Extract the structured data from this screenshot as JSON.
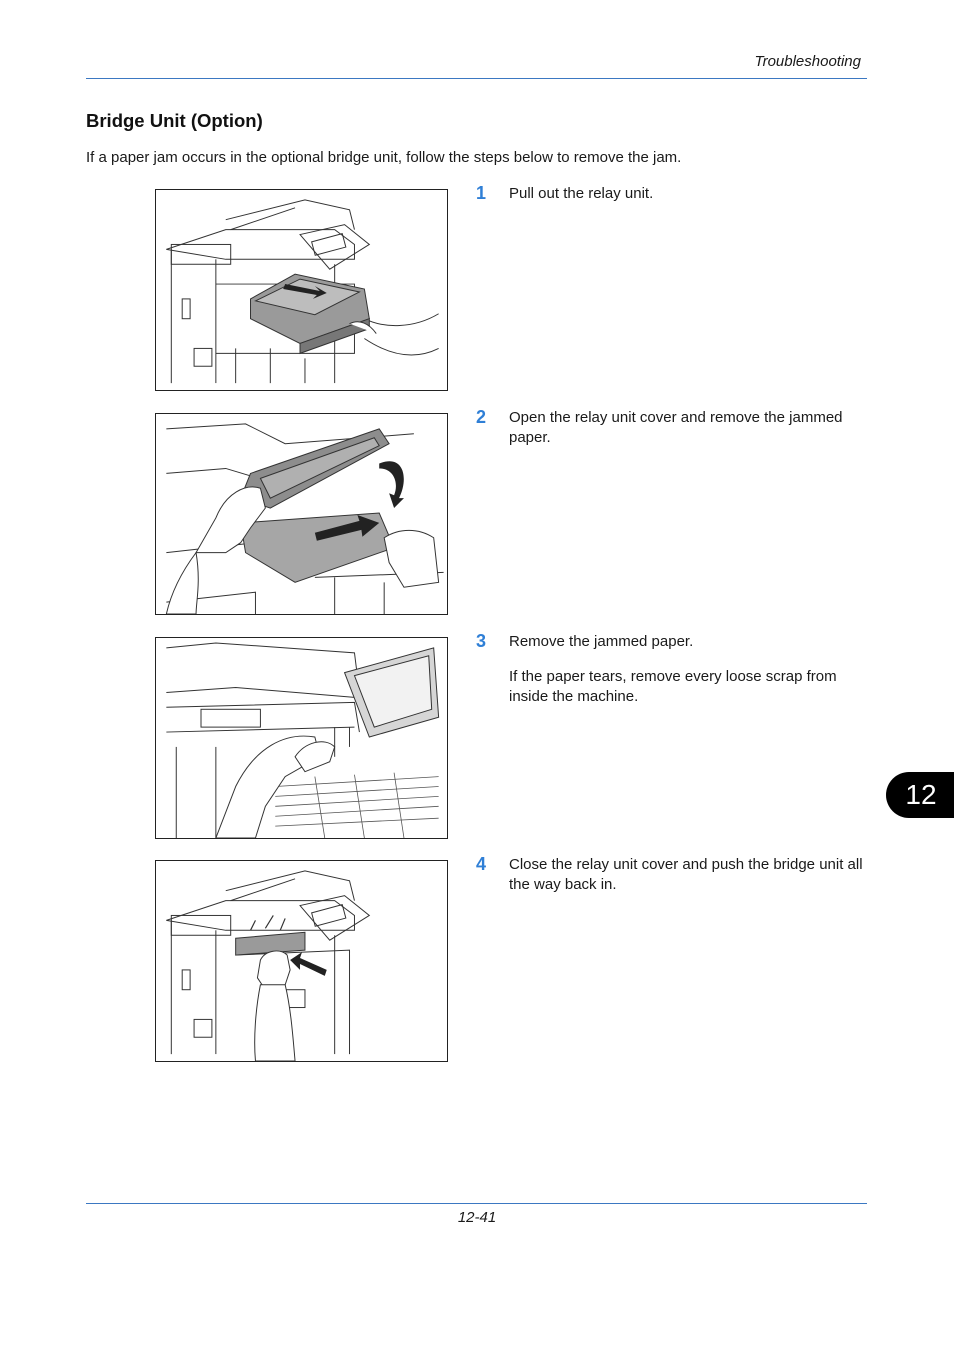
{
  "header": {
    "title": "Troubleshooting"
  },
  "section": {
    "title": "Bridge Unit (Option)",
    "intro": "If a paper jam occurs in the optional bridge unit, follow the steps below to remove the jam."
  },
  "steps": [
    {
      "number": "1",
      "text": "Pull out the relay unit.",
      "note": ""
    },
    {
      "number": "2",
      "text": "Open the relay unit cover and remove the jammed paper.",
      "note": ""
    },
    {
      "number": "3",
      "text": "Remove the jammed paper.",
      "note": "If the paper tears, remove every loose scrap from inside the machine."
    },
    {
      "number": "4",
      "text": "Close the relay unit cover and push the bridge unit all the way back in.",
      "note": ""
    }
  ],
  "chapter_tab": "12",
  "footer": {
    "page_number": "12-41"
  },
  "colors": {
    "accent": "#2f7fd6",
    "rule": "#3b78c2",
    "tab": "#000000"
  }
}
